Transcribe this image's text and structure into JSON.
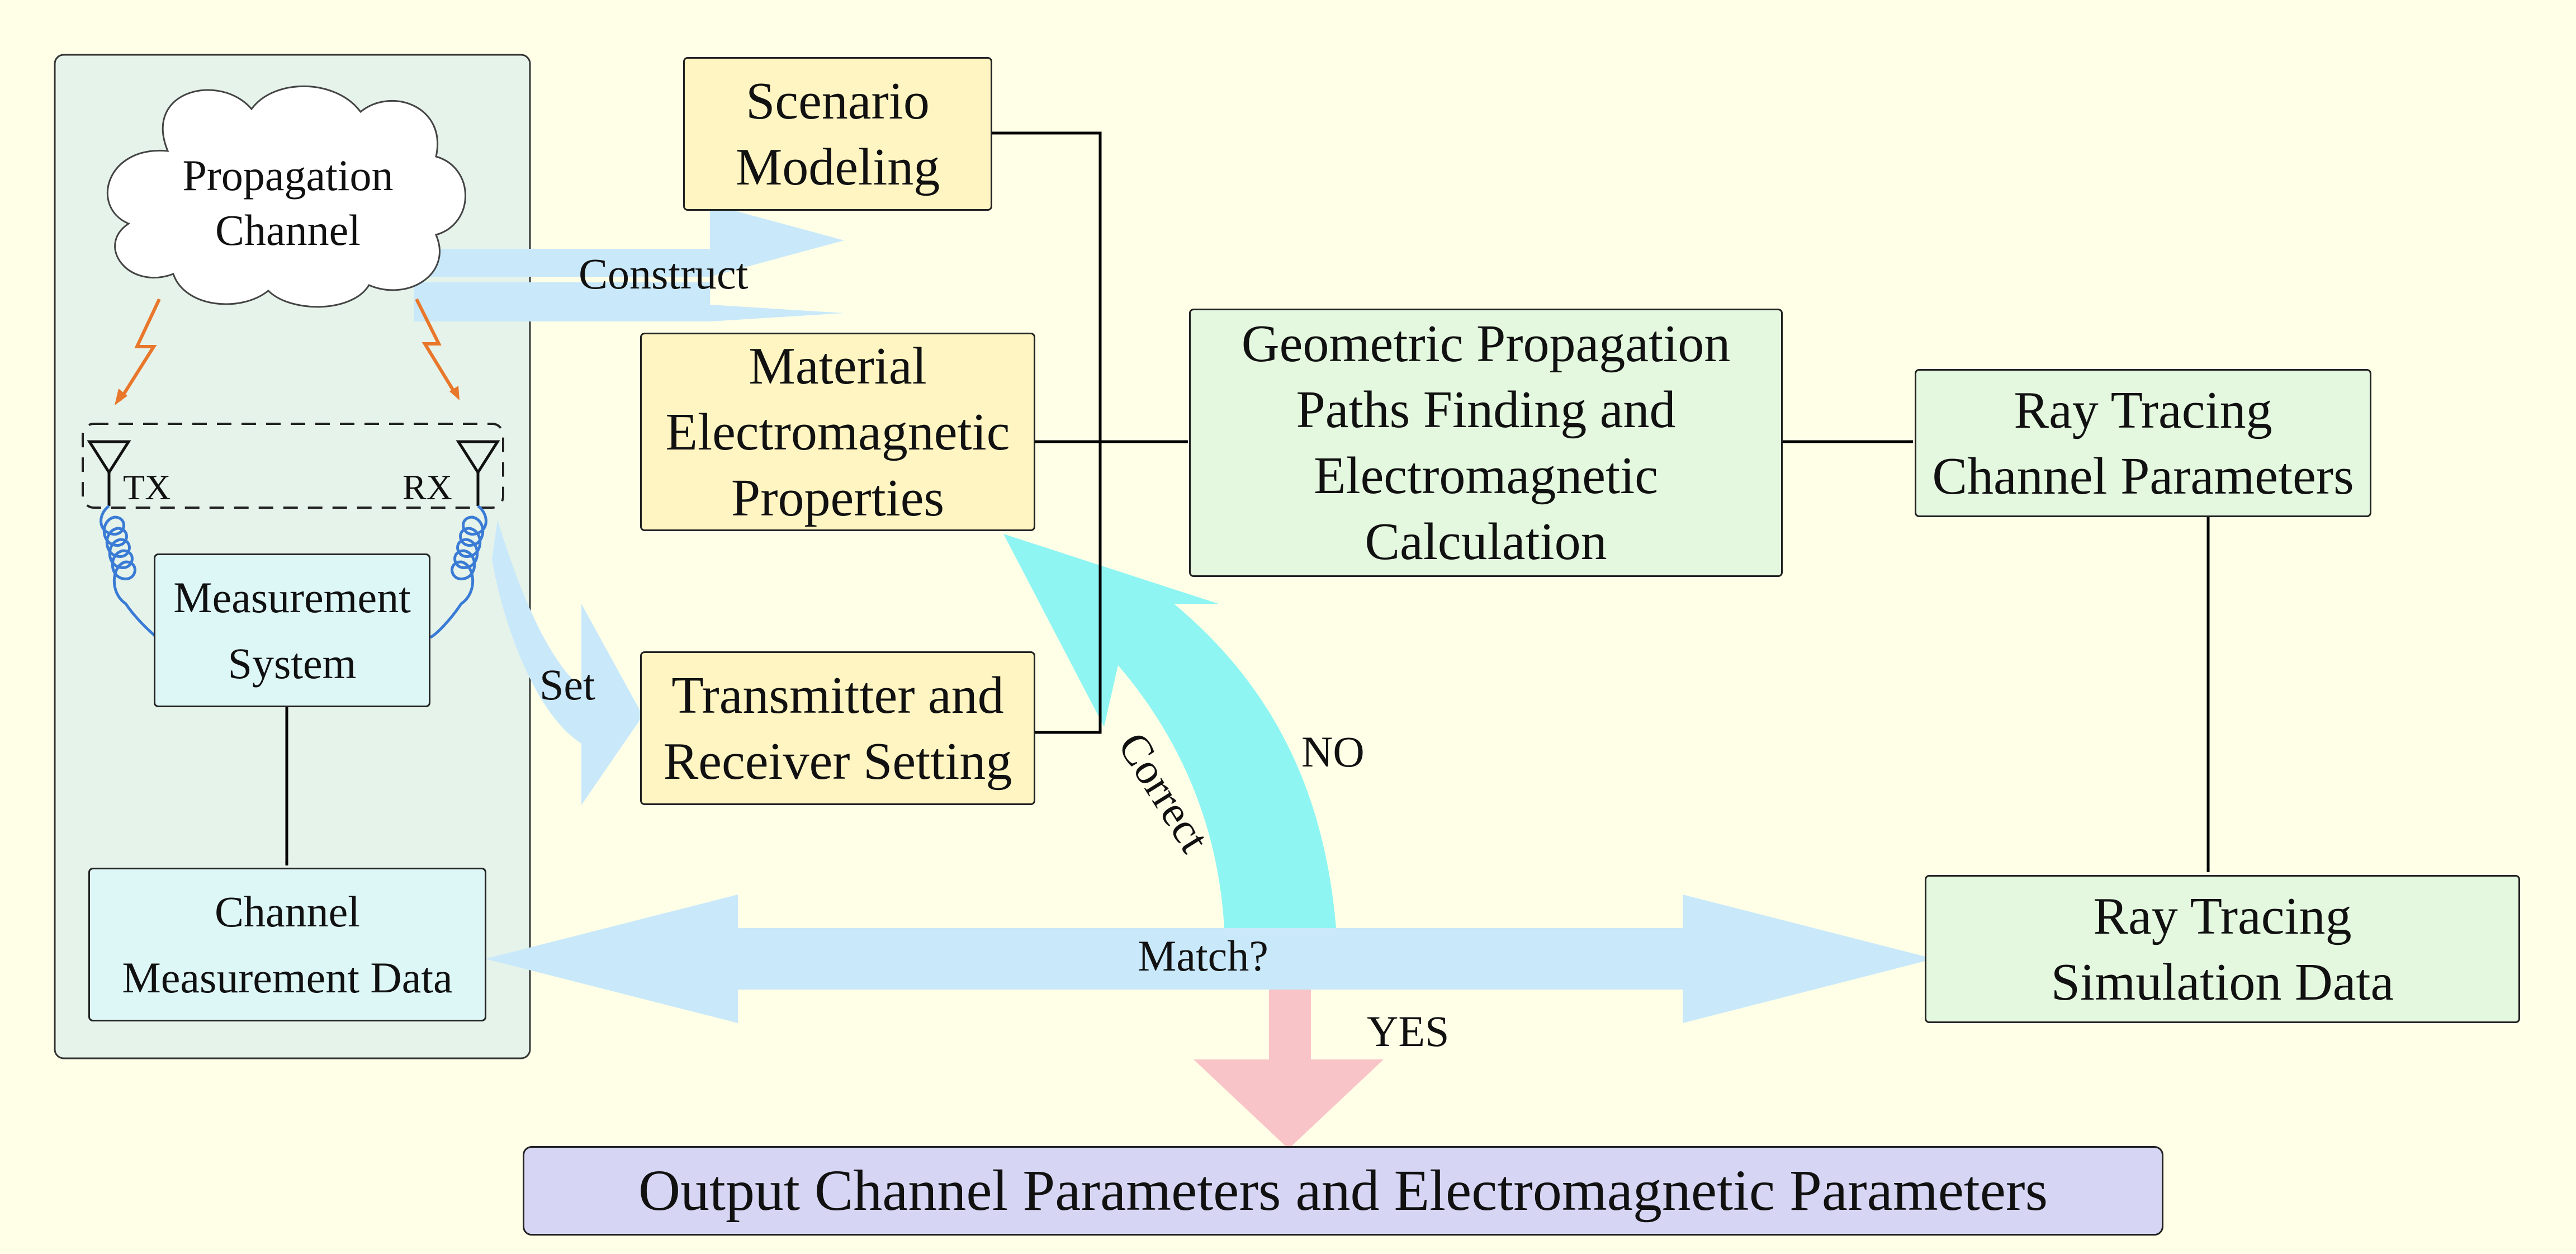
{
  "colors": {
    "background": "#FFFFE8",
    "left_panel": "#E6F3EA",
    "yellow_box": "#FFF5C2",
    "green_box": "#E4F8DF",
    "output_box": "#D6D6F4",
    "light_blue_arrow": "#C9E9FA",
    "correct_arrow": "#8FF5F2",
    "yes_arrow": "#F9C4C8",
    "lightning": "#E8772B",
    "antenna_cable": "#3A7BD5"
  },
  "left_panel": {
    "cloud": {
      "line1": "Propagation",
      "line2": "Channel"
    },
    "tx": "TX",
    "rx": "RX",
    "measurement_system": {
      "line1": "Measurement",
      "line2": "System"
    },
    "measurement_data": {
      "line1": "Channel",
      "line2": "Measurement Data"
    }
  },
  "labels": {
    "construct": "Construct",
    "set": "Set",
    "correct": "Correct",
    "no": "NO",
    "match": "Match?",
    "yes": "YES"
  },
  "boxes": {
    "scenario": {
      "line1": "Scenario",
      "line2": "Modeling"
    },
    "material": {
      "line1": "Material",
      "line2": "Electromagnetic",
      "line3": "Properties"
    },
    "transmitter": {
      "line1": "Transmitter and",
      "line2": "Receiver Setting"
    },
    "geometric": {
      "line1": "Geometric Propagation",
      "line2": "Paths Finding and",
      "line3": "Electromagnetic",
      "line4": "Calculation"
    },
    "rt_params": {
      "line1": "Ray Tracing",
      "line2": "Channel Parameters"
    },
    "rt_data": {
      "line1": "Ray Tracing",
      "line2": "Simulation Data"
    },
    "output": "Output Channel Parameters and Electromagnetic Parameters"
  }
}
